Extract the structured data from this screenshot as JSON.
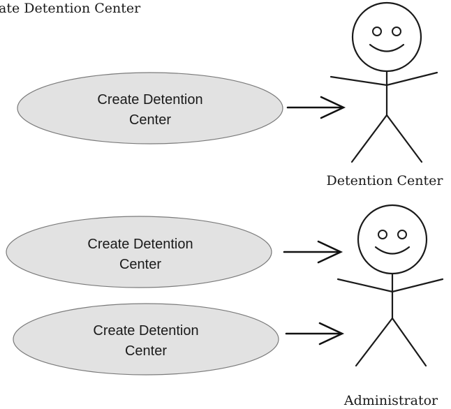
{
  "title": "ate Detention Center",
  "actors": [
    {
      "label": "Detention Center",
      "icon": "stick-figure-actor-icon"
    },
    {
      "label": "Administrator",
      "icon": "stick-figure-actor-icon"
    }
  ],
  "use_cases": [
    {
      "line1": "Create Detention",
      "line2": "Center"
    },
    {
      "line1": "Create Detention",
      "line2": "Center"
    },
    {
      "line1": "Create Detention",
      "line2": "Center"
    }
  ],
  "colors": {
    "use_case_fill": "#e2e2e2",
    "use_case_stroke": "#7a7a7a",
    "line": "#1a1a1a"
  }
}
